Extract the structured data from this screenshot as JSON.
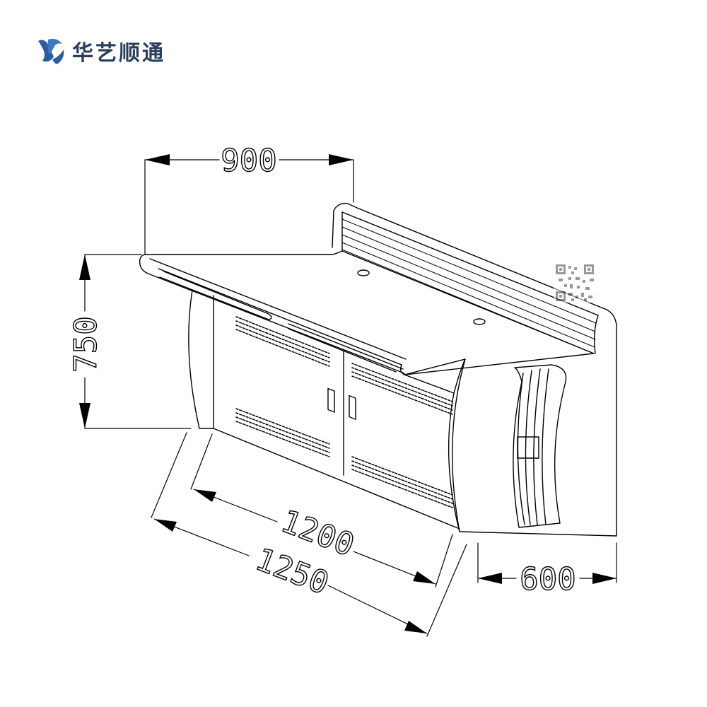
{
  "brand": {
    "name": "华艺顺通",
    "logo_color": "#2b5c9e",
    "text_color": "#2a3d5c"
  },
  "dimensions": {
    "top_width": "900",
    "height": "750",
    "inner_length": "1200",
    "total_length": "1250",
    "depth": "600"
  },
  "colors": {
    "line": "#000000",
    "background": "#ffffff"
  },
  "qr_icon": "qr-code-icon"
}
